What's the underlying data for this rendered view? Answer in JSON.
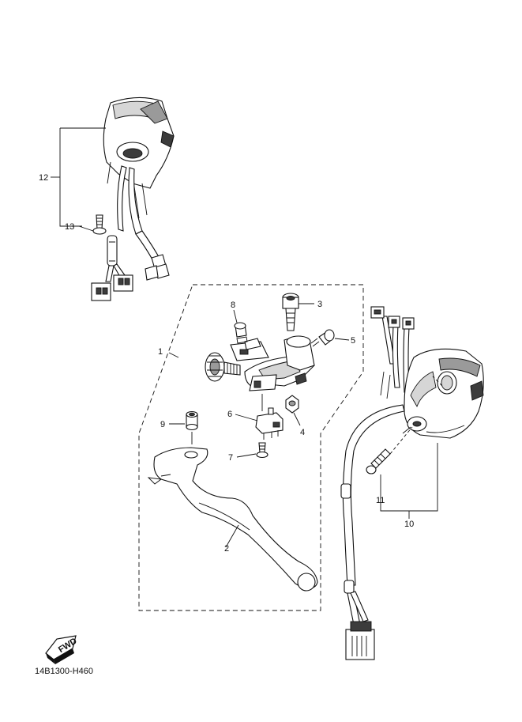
{
  "callouts": [
    {
      "id": "c1",
      "text": "1"
    },
    {
      "id": "c2",
      "text": "2"
    },
    {
      "id": "c3",
      "text": "3"
    },
    {
      "id": "c4",
      "text": "4"
    },
    {
      "id": "c5",
      "text": "5"
    },
    {
      "id": "c6",
      "text": "6"
    },
    {
      "id": "c7",
      "text": "7"
    },
    {
      "id": "c8",
      "text": "8"
    },
    {
      "id": "c9",
      "text": "9"
    },
    {
      "id": "c10",
      "text": "10"
    },
    {
      "id": "c11",
      "text": "11"
    },
    {
      "id": "c12",
      "text": "12"
    },
    {
      "id": "c13",
      "text": "13"
    }
  ],
  "fwd_label": "FWD",
  "diagram_code": "14B1300-H460"
}
